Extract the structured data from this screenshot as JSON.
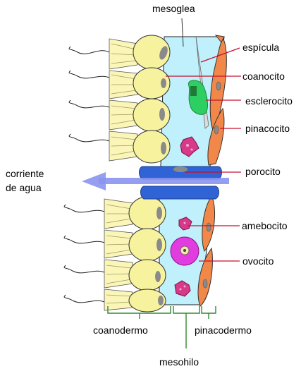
{
  "labels": {
    "mesoglea": "mesoglea",
    "espicula": "espícula",
    "coanocito": "coanocito",
    "esclerocito": "esclerocito",
    "pinacocito": "pinacocito",
    "porocito": "porocito",
    "amebocito": "amebocito",
    "ovocito": "ovocito",
    "corriente_line1": "corriente",
    "corriente_line2": "de agua",
    "coanodermo": "coanodermo",
    "pinacodermo": "pinacodermo",
    "mesohilo": "mesohilo"
  },
  "colors": {
    "mesohyl": "#bff0fb",
    "choanocyte": "#f7f29e",
    "collar": "#fbf6b8",
    "nucleus": "#8a8a8a",
    "pinacocyte": "#f2874a",
    "porocyte": "#2f63d6",
    "amoebocyte": "#d63a88",
    "oocyte": "#e23ce0",
    "sclerocyte": "#2ecf62",
    "arrow": "#8a93f0",
    "leader": "#c8102e",
    "bracket": "#2f8a2f"
  }
}
